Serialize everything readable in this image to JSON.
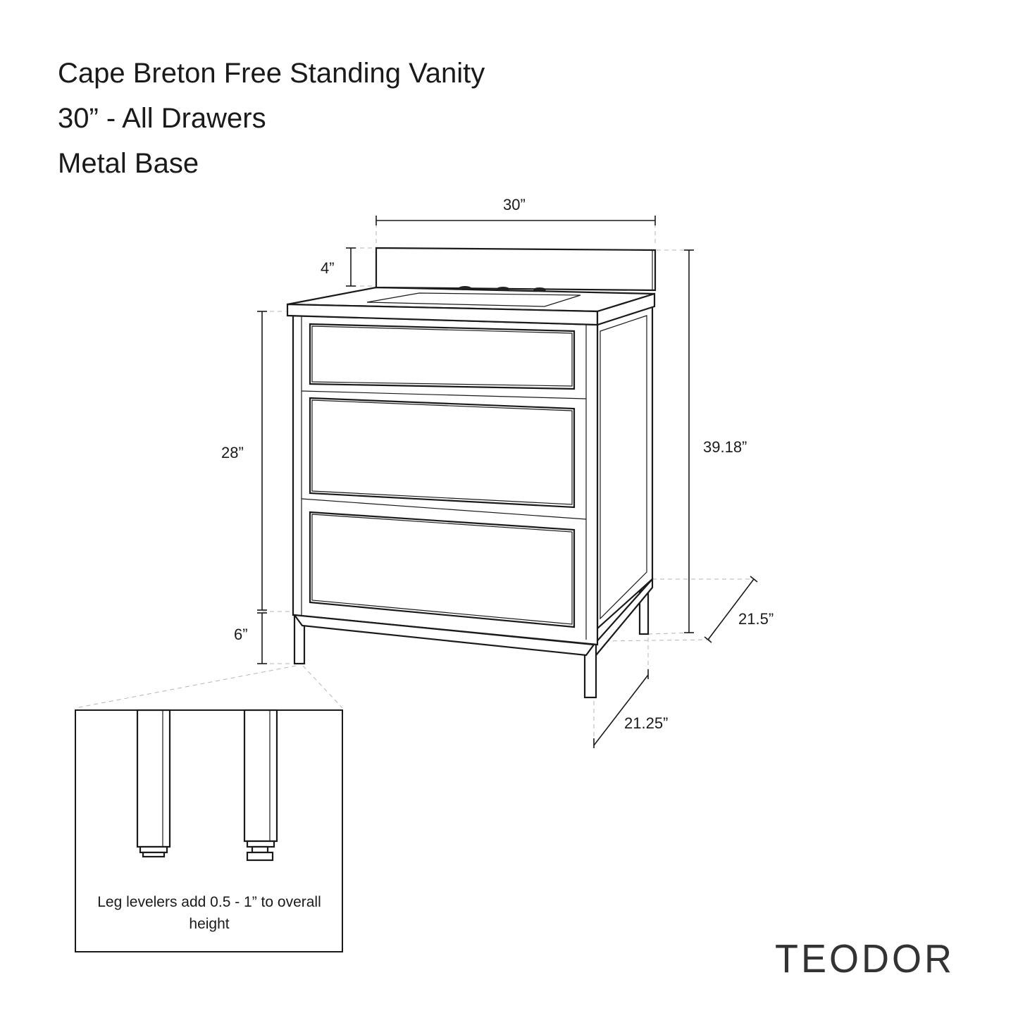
{
  "title": {
    "line1": "Cape Breton Free Standing Vanity",
    "line2": "30” - All Drawers",
    "line3": "Metal Base"
  },
  "dimensions": {
    "width": "30”",
    "backsplash_height": "4”",
    "cabinet_height": "28”",
    "leg_height": "6”",
    "overall_height": "39.18”",
    "top_depth": "21.5”",
    "base_depth": "21.25”"
  },
  "detail": {
    "note": "Leg levelers add 0.5 - 1” to overall height"
  },
  "brand": "TEODOR"
}
